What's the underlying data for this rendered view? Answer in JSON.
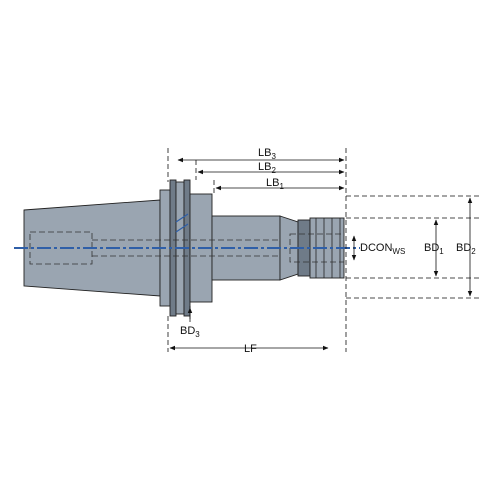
{
  "colors": {
    "tool_fill": "#9aa5b1",
    "tool_dark": "#6f7b88",
    "coolant_channel": "#2f5fa8",
    "line": "#111111"
  },
  "labels": {
    "lb3": {
      "main": "LB",
      "sub": "3"
    },
    "lb2": {
      "main": "LB",
      "sub": "2"
    },
    "lb1": {
      "main": "LB",
      "sub": "1"
    },
    "dcon": {
      "main": "DCON",
      "sub": "WS"
    },
    "bd1": {
      "main": "BD",
      "sub": "1"
    },
    "bd2": {
      "main": "BD",
      "sub": "2"
    },
    "bd3": {
      "main": "BD",
      "sub": "3"
    },
    "lf": {
      "main": "LF",
      "sub": ""
    }
  }
}
